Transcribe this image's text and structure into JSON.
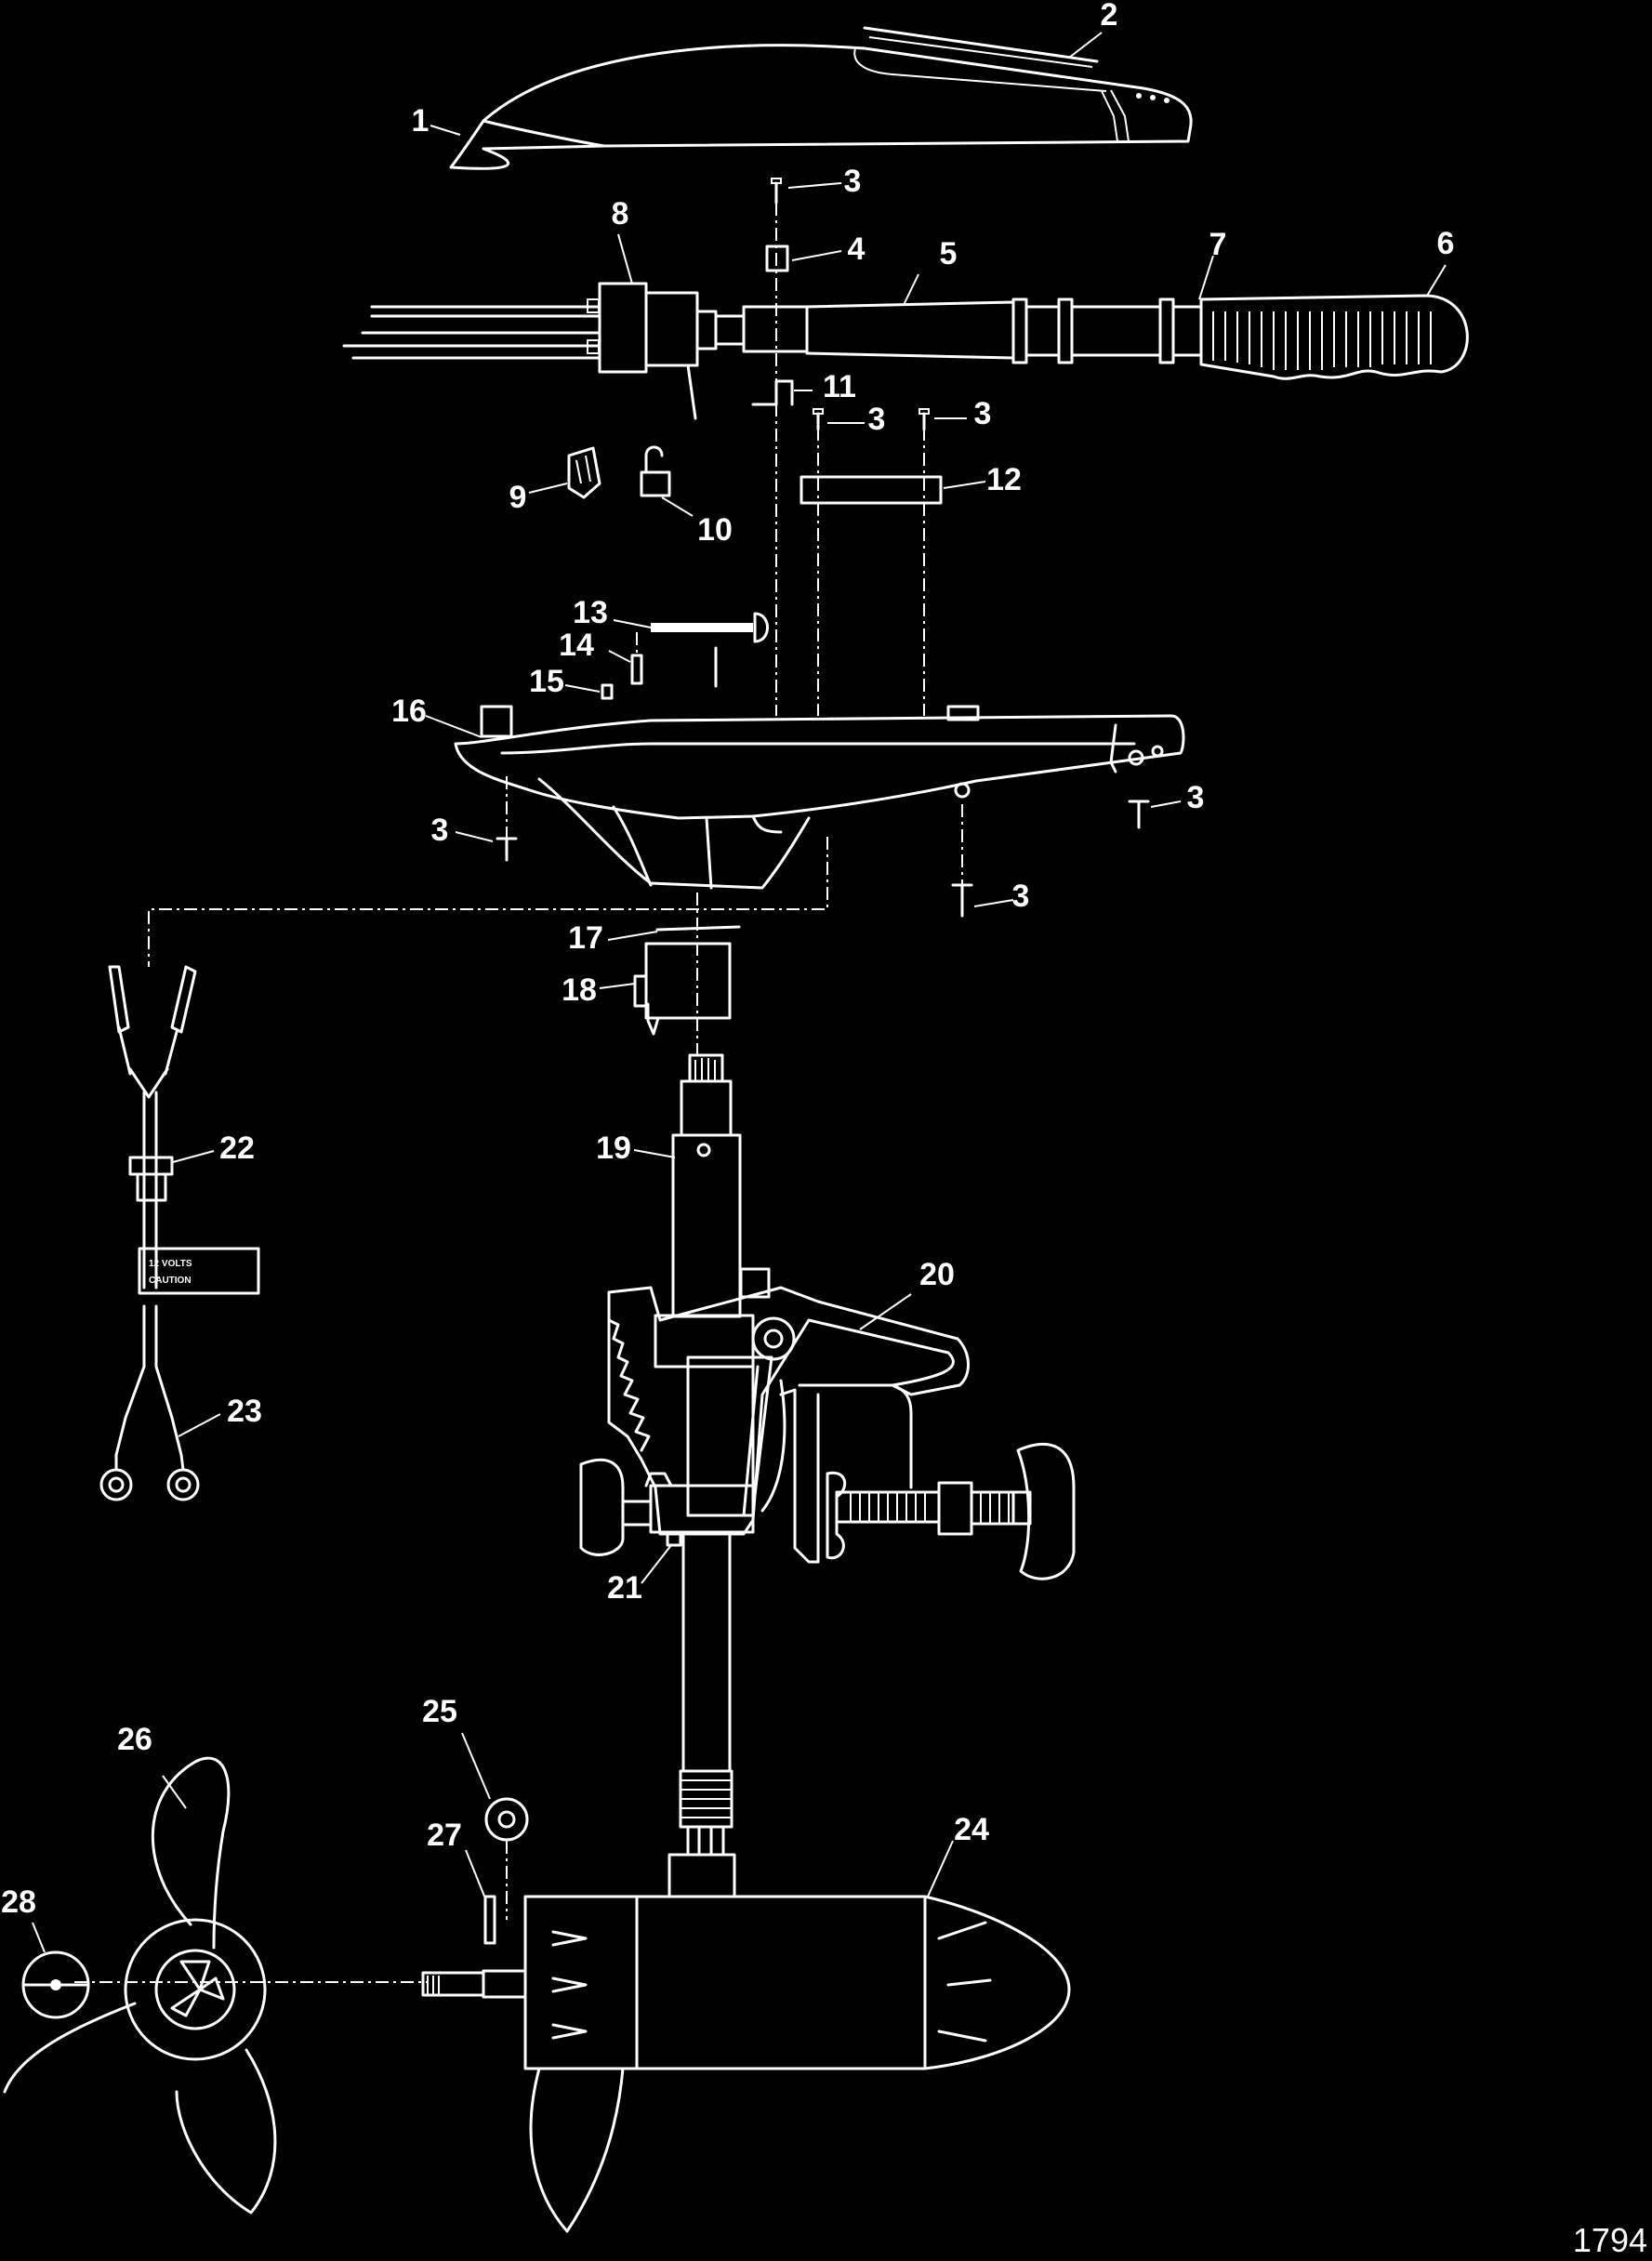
{
  "callouts": {
    "c1": "1",
    "c2": "2",
    "c3": "3",
    "c4": "4",
    "c5": "5",
    "c6": "6",
    "c7": "7",
    "c8": "8",
    "c9": "9",
    "c10": "10",
    "c11": "11",
    "c12": "12",
    "c13": "13",
    "c14": "14",
    "c15": "15",
    "c16": "16",
    "c17": "17",
    "c18": "18",
    "c19": "19",
    "c20": "20",
    "c21": "21",
    "c22": "22",
    "c23": "23",
    "c24": "24",
    "c25": "25",
    "c26": "26",
    "c27": "27",
    "c28": "28"
  },
  "decal": {
    "line1": "12 VOLTS",
    "line2": "CAUTION"
  },
  "figure_number": "1794"
}
